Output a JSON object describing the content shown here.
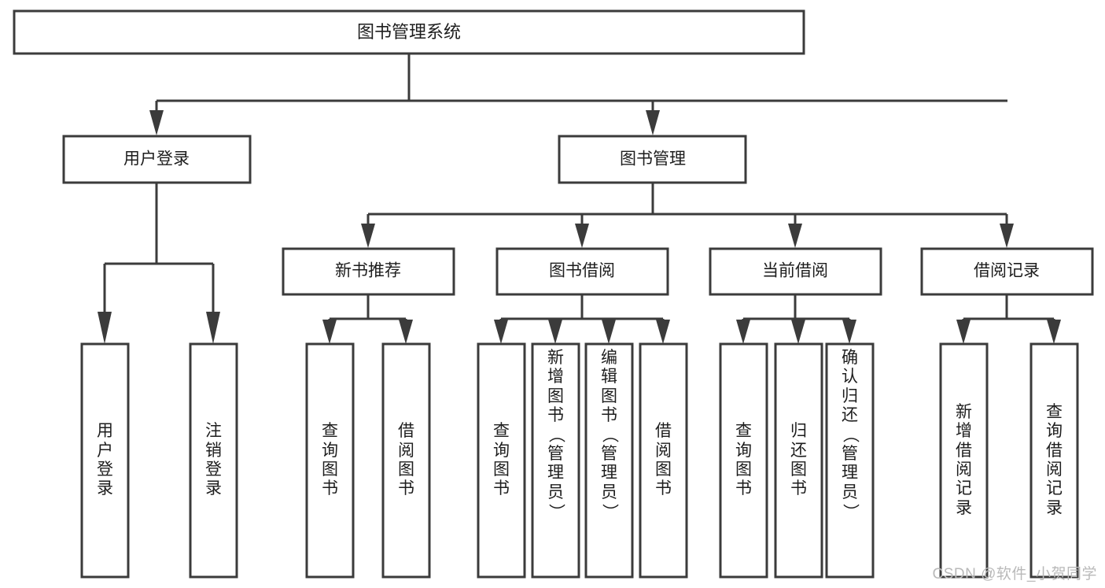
{
  "diagram": {
    "type": "tree-hierarchy",
    "title": "图书管理系统",
    "watermark": "CSDN @软件_小贺同学",
    "colors": {
      "stroke": "#3b3b3b",
      "fill": "#ffffff",
      "text": "#1d1d1d",
      "watermark": "#b9b9b9",
      "background": "#ffffff"
    },
    "root": {
      "label": "图书管理系统"
    },
    "level2": [
      {
        "label": "用户登录"
      },
      {
        "label": "图书管理"
      }
    ],
    "level3": [
      {
        "label": "新书推荐"
      },
      {
        "label": "图书借阅"
      },
      {
        "label": "当前借阅"
      },
      {
        "label": "借阅记录"
      }
    ],
    "leaves": {
      "user_login": [
        {
          "label": "用户登录"
        },
        {
          "label": "注销登录"
        }
      ],
      "new_book_recommend": [
        {
          "label": "查询图书"
        },
        {
          "label": "借阅图书"
        }
      ],
      "book_borrow": [
        {
          "label": "查询图书"
        },
        {
          "label": "新增图书（管理员）"
        },
        {
          "label": "编辑图书（管理员）"
        },
        {
          "label": "借阅图书"
        }
      ],
      "current_borrow": [
        {
          "label": "查询图书"
        },
        {
          "label": "归还图书"
        },
        {
          "label": "确认归还（管理员）"
        }
      ],
      "borrow_record": [
        {
          "label": "新增借阅记录"
        },
        {
          "label": "查询借阅记录"
        }
      ]
    }
  }
}
